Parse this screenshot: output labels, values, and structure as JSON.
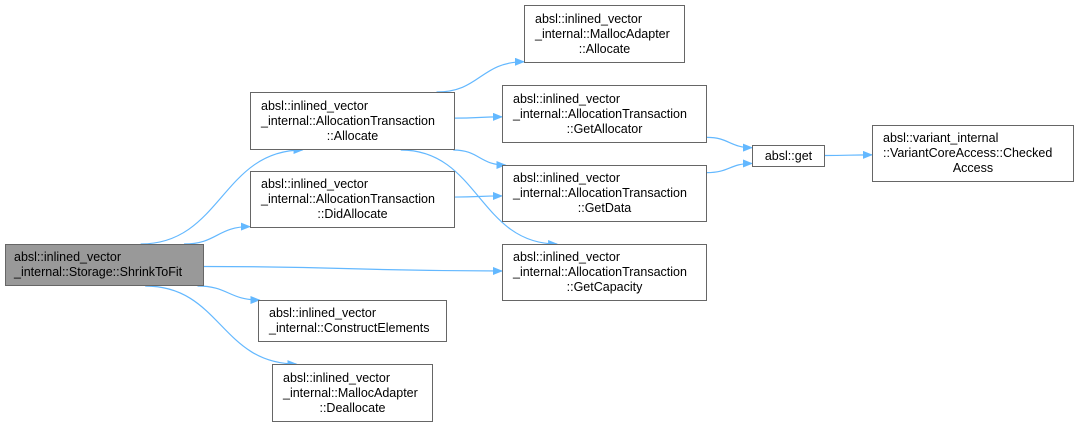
{
  "diagram": {
    "edge_color": "#63b8ff",
    "node_border_color": "#666666",
    "root_fill_color": "#999999",
    "nodes": {
      "shrink_to_fit": {
        "lines": [
          "absl::inlined_vector",
          "_internal::Storage::ShrinkToFit"
        ]
      },
      "at_allocate": {
        "lines": [
          "absl::inlined_vector",
          "_internal::AllocationTransaction",
          "::Allocate"
        ]
      },
      "at_did_allocate": {
        "lines": [
          "absl::inlined_vector",
          "_internal::AllocationTransaction",
          "::DidAllocate"
        ]
      },
      "construct_elements": {
        "lines": [
          "absl::inlined_vector",
          "_internal::ConstructElements"
        ]
      },
      "ma_deallocate": {
        "lines": [
          "absl::inlined_vector",
          "_internal::MallocAdapter",
          "::Deallocate"
        ]
      },
      "ma_allocate": {
        "lines": [
          "absl::inlined_vector",
          "_internal::MallocAdapter",
          "::Allocate"
        ]
      },
      "at_get_allocator": {
        "lines": [
          "absl::inlined_vector",
          "_internal::AllocationTransaction",
          "::GetAllocator"
        ]
      },
      "at_get_data": {
        "lines": [
          "absl::inlined_vector",
          "_internal::AllocationTransaction",
          "::GetData"
        ]
      },
      "at_get_capacity": {
        "lines": [
          "absl::inlined_vector",
          "_internal::AllocationTransaction",
          "::GetCapacity"
        ]
      },
      "absl_get": {
        "lines": [
          "absl::get"
        ]
      },
      "checked_access": {
        "lines": [
          "absl::variant_internal",
          "::VariantCoreAccess::Checked",
          "Access"
        ]
      }
    },
    "edges": [
      {
        "from": "shrink_to_fit",
        "to": "at_allocate"
      },
      {
        "from": "shrink_to_fit",
        "to": "at_did_allocate"
      },
      {
        "from": "shrink_to_fit",
        "to": "at_get_capacity"
      },
      {
        "from": "shrink_to_fit",
        "to": "construct_elements"
      },
      {
        "from": "shrink_to_fit",
        "to": "ma_deallocate"
      },
      {
        "from": "at_allocate",
        "to": "ma_allocate"
      },
      {
        "from": "at_allocate",
        "to": "at_get_allocator"
      },
      {
        "from": "at_allocate",
        "to": "at_get_data"
      },
      {
        "from": "at_allocate",
        "to": "at_get_capacity"
      },
      {
        "from": "at_did_allocate",
        "to": "at_get_data"
      },
      {
        "from": "at_get_allocator",
        "to": "absl_get"
      },
      {
        "from": "at_get_data",
        "to": "absl_get"
      },
      {
        "from": "absl_get",
        "to": "checked_access"
      }
    ]
  }
}
